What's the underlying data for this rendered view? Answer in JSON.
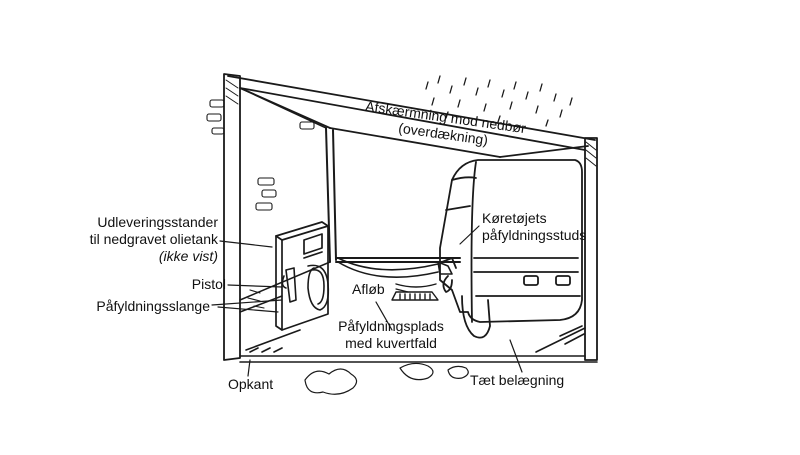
{
  "labels": {
    "roof_line1": "Afskærmning mod nedbør",
    "roof_line2": "(overdækning)",
    "dispenser_line1": "Udleveringsstander",
    "dispenser_line2": "til nedgravet olietank",
    "dispenser_line3": "(ikke vist)",
    "pistol": "Pistol",
    "hose": "Påfyldningsslange",
    "nozzle_line1": "Køretøjets",
    "nozzle_line2": "påfyldningsstuds",
    "drain": "Afløb",
    "platform_line1": "Påfyldningsplads",
    "platform_line2": "med kuvertfald",
    "curb": "Opkant",
    "paving": "Tæt belægning"
  }
}
